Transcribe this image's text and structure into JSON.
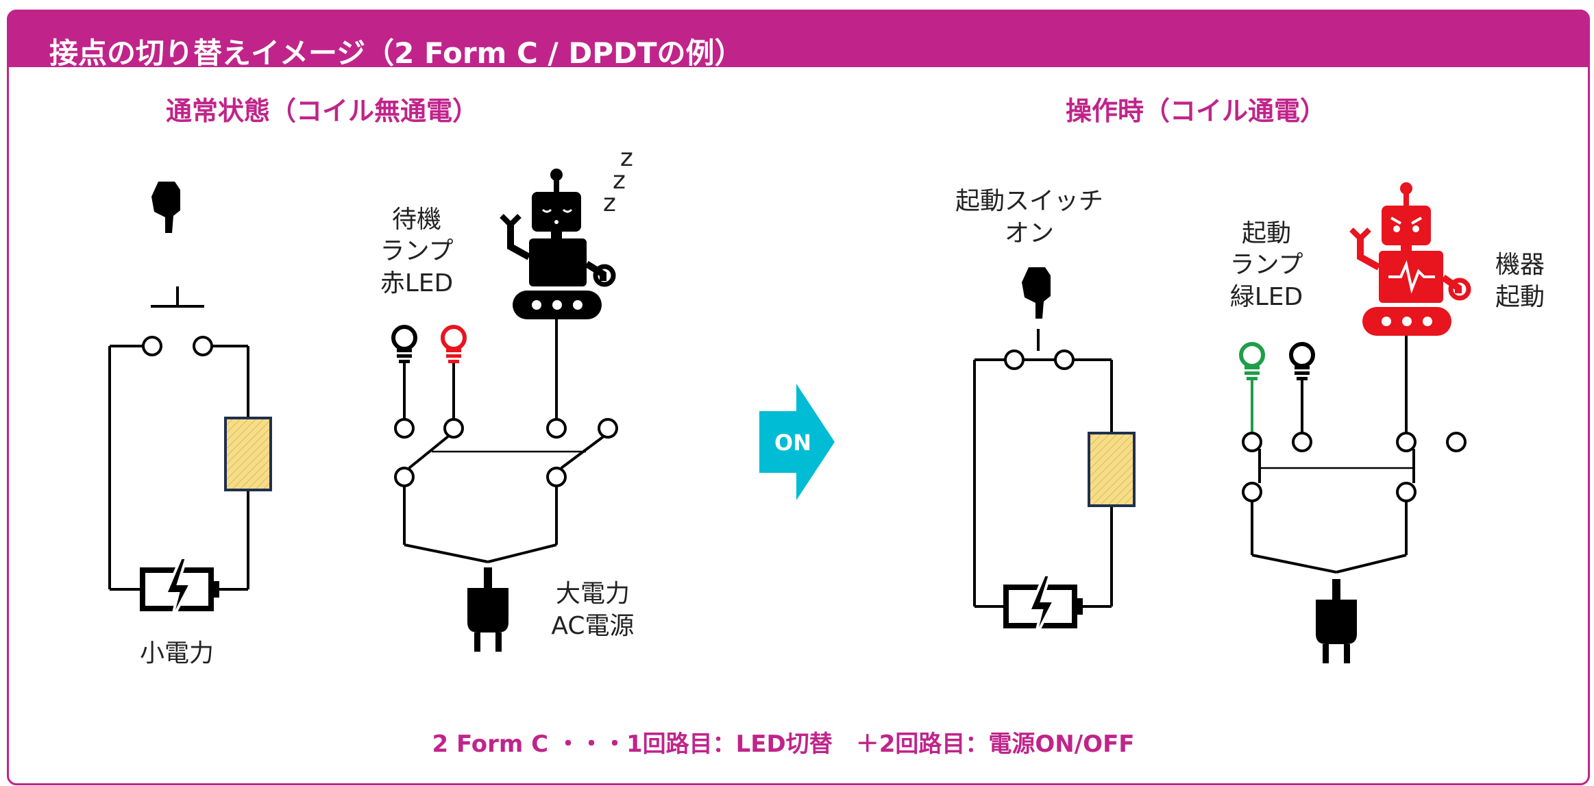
{
  "header": {
    "title": "接点の切り替えイメージ（2 Form C / DPDTの例）"
  },
  "accent_color": "#c0248a",
  "arrow_color": "#00bcd4",
  "normal_state": {
    "title": "通常状態（コイル無通電）",
    "standby_lamp": [
      "待機",
      "ランプ",
      "赤LED"
    ],
    "small_power": "小電力",
    "high_power": [
      "大電力",
      "AC電源"
    ],
    "sleep_z": "z",
    "icons": [
      "finger-press-icon",
      "battery-charging-icon",
      "sleeping-robot-icon",
      "bulb-icon",
      "power-plug-icon"
    ]
  },
  "on_arrow": {
    "label": "ON"
  },
  "operating_state": {
    "title": "操作時（コイル通電）",
    "switch_label": [
      "起動スイッチ",
      "オン"
    ],
    "start_lamp": [
      "起動",
      "ランプ",
      "緑LED"
    ],
    "device_start": [
      "機器",
      "起動"
    ],
    "icons": [
      "finger-press-icon",
      "battery-charging-icon",
      "angry-robot-icon",
      "bulb-icon",
      "power-plug-icon"
    ]
  },
  "colors": {
    "red_led": "#e8141e",
    "green_led": "#1e9e4a",
    "coil_fill": "#f6dd8a",
    "coil_border": "#1f3050"
  },
  "footer": {
    "text": "2 Form C ・・・1回路目：LED切替　＋2回路目：電源ON/OFF"
  }
}
